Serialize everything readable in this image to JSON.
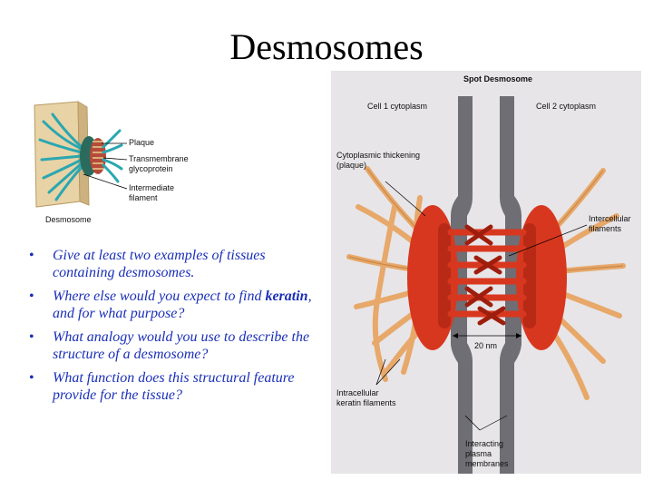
{
  "slide": {
    "title": "Desmosomes"
  },
  "small_figure": {
    "labels": {
      "plaque": "Plaque",
      "transmembrane_line1": "Transmembrane",
      "transmembrane_line2": "glycoprotein",
      "intermediate_line1": "Intermediate",
      "intermediate_line2": "filament",
      "caption": "Desmosome"
    }
  },
  "bullets": [
    {
      "text": "Give at least two examples of tissues containing desmosomes."
    },
    {
      "pre": "Where else would you expect to find ",
      "bold": "keratin",
      "post": ", and for what purpose?"
    },
    {
      "text": "What analogy would you use to describe the structure of a desmosome?"
    },
    {
      "text": "What function does this structural feature provide for the tissue?"
    }
  ],
  "big_figure": {
    "heading": "Spot Desmosome",
    "labels": {
      "cell1": "Cell 1 cytoplasm",
      "cell2": "Cell 2 cytoplasm",
      "thickening_line1": "Cytoplasmic thickening",
      "thickening_line2": "(plaque)",
      "intercellular_line1": "Intercellular",
      "intercellular_line2": "filaments",
      "gap": "20 nm",
      "intracellular_line1": "Intracellular",
      "intracellular_line2": "keratin filaments",
      "membranes_line1": "Interacting",
      "membranes_line2": "plasma",
      "membranes_line3": "membranes"
    }
  },
  "colors": {
    "bullet_text": "#1a2fb8",
    "plaque_red": "#d8371f",
    "filament_tan": "#e7a86a",
    "membrane_gray": "#6e6e74",
    "figure_bg": "#e7e5e7"
  }
}
